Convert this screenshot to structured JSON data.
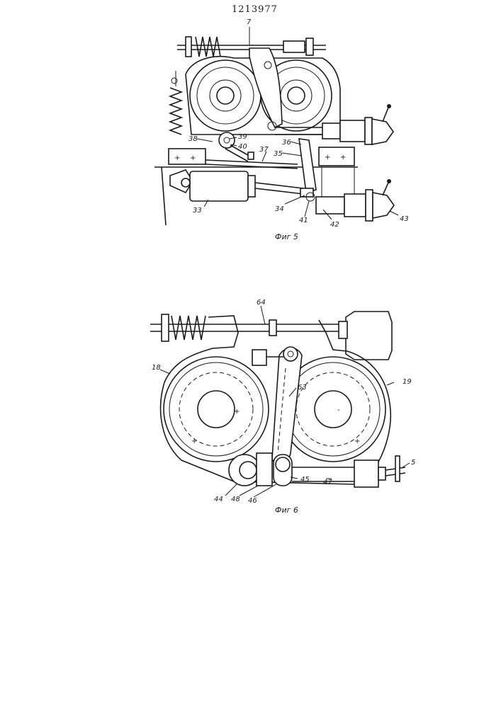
{
  "document_number": "1213977",
  "fig5": {
    "caption": "Фиг 5",
    "labels": {
      "l7": "7",
      "l33": "33",
      "l34": "34",
      "l35": "35",
      "l36": "36",
      "l37": "37",
      "l38": "38",
      "l39": "39",
      "l40": "40",
      "l41": "41",
      "l42": "42",
      "l43": "43"
    }
  },
  "fig6": {
    "caption": "Фиг 6",
    "labels": {
      "l5": "5",
      "l18": "18",
      "l19": "19",
      "l44": "44",
      "l45": "45",
      "l46": "46",
      "l47": "47",
      "l48": "48",
      "l63": "63",
      "l64": "64"
    }
  }
}
